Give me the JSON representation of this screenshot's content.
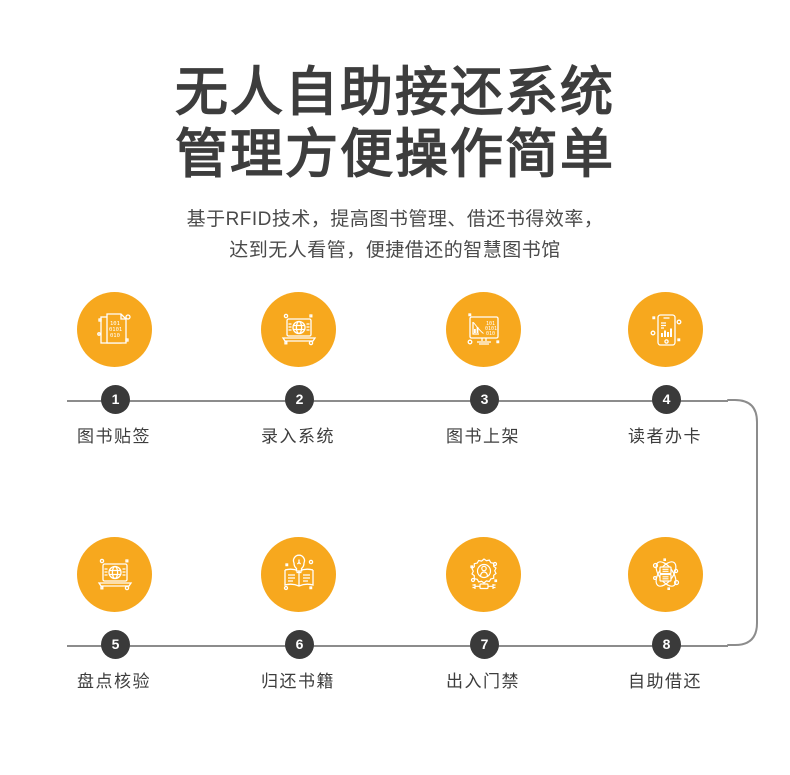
{
  "header": {
    "title_line_1": "无人自助接还系统",
    "title_line_2": "管理方便操作简单",
    "subtitle_line_1": "基于RFID技术，提高图书管理、借还书得效率，",
    "subtitle_line_2": "达到无人看管，便捷借还的智慧图书馆"
  },
  "colors": {
    "accent": "#f7a81e",
    "badge": "#3a3a3a",
    "axis": "#8c8c8c",
    "text": "#3d3d3d",
    "background": "#ffffff"
  },
  "flow": {
    "steps": [
      {
        "number": "1",
        "label": "图书贴签",
        "icon": "binary-document-icon"
      },
      {
        "number": "2",
        "label": "录入系统",
        "icon": "laptop-globe-icon"
      },
      {
        "number": "3",
        "label": "图书上架",
        "icon": "monitor-chart-binary-icon"
      },
      {
        "number": "4",
        "label": "读者办卡",
        "icon": "smartphone-barchart-icon"
      },
      {
        "number": "5",
        "label": "盘点核验",
        "icon": "laptop-globe-icon"
      },
      {
        "number": "6",
        "label": "归还书籍",
        "icon": "book-lightbulb-icon"
      },
      {
        "number": "7",
        "label": "出入门禁",
        "icon": "gear-person-gate-icon"
      },
      {
        "number": "8",
        "label": "自助借还",
        "icon": "atom-documents-icon"
      }
    ]
  }
}
